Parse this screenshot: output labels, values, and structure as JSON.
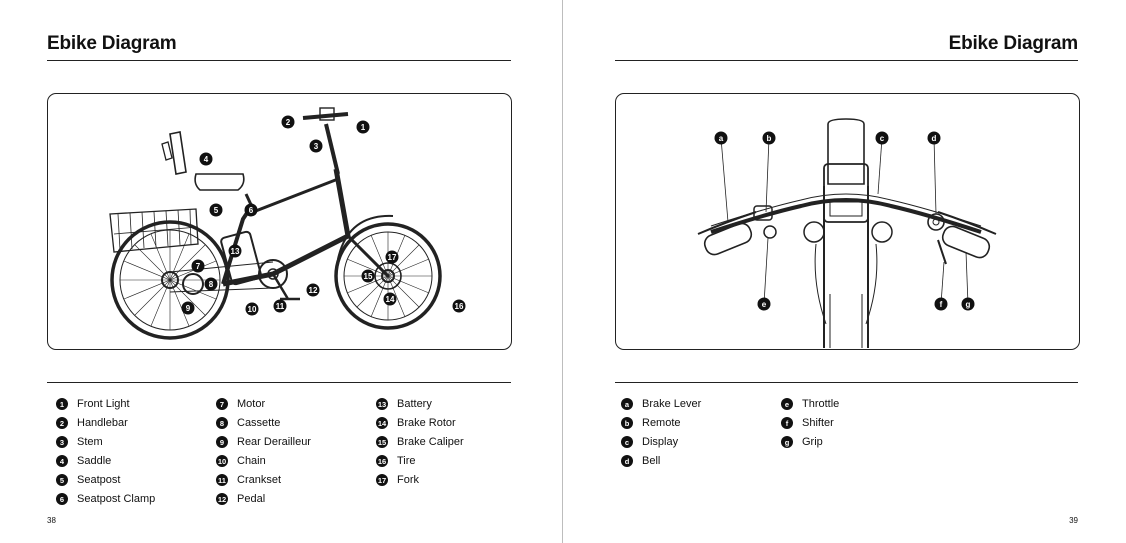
{
  "left_page": {
    "title": "Ebike Diagram",
    "page_number": "38",
    "callouts": [
      "1",
      "2",
      "3",
      "4",
      "5",
      "6",
      "7",
      "8",
      "9",
      "10",
      "11",
      "12",
      "13",
      "14",
      "15",
      "16",
      "17"
    ],
    "legend": [
      {
        "num": "1",
        "label": "Front Light"
      },
      {
        "num": "2",
        "label": "Handlebar"
      },
      {
        "num": "3",
        "label": "Stem"
      },
      {
        "num": "4",
        "label": "Saddle"
      },
      {
        "num": "5",
        "label": "Seatpost"
      },
      {
        "num": "6",
        "label": "Seatpost Clamp"
      },
      {
        "num": "7",
        "label": "Motor"
      },
      {
        "num": "8",
        "label": "Cassette"
      },
      {
        "num": "9",
        "label": "Rear Derailleur"
      },
      {
        "num": "10",
        "label": "Chain"
      },
      {
        "num": "11",
        "label": "Crankset"
      },
      {
        "num": "12",
        "label": "Pedal"
      },
      {
        "num": "13",
        "label": "Battery"
      },
      {
        "num": "14",
        "label": "Brake Rotor"
      },
      {
        "num": "15",
        "label": "Brake Caliper"
      },
      {
        "num": "16",
        "label": "Tire"
      },
      {
        "num": "17",
        "label": "Fork"
      }
    ]
  },
  "right_page": {
    "title": "Ebike Diagram",
    "page_number": "39",
    "callouts": [
      "a",
      "b",
      "c",
      "d",
      "e",
      "f",
      "g"
    ],
    "legend": [
      {
        "num": "a",
        "label": "Brake Lever"
      },
      {
        "num": "b",
        "label": "Remote"
      },
      {
        "num": "c",
        "label": "Display"
      },
      {
        "num": "d",
        "label": "Bell"
      },
      {
        "num": "e",
        "label": "Throttle"
      },
      {
        "num": "f",
        "label": "Shifter"
      },
      {
        "num": "g",
        "label": "Grip"
      }
    ]
  }
}
